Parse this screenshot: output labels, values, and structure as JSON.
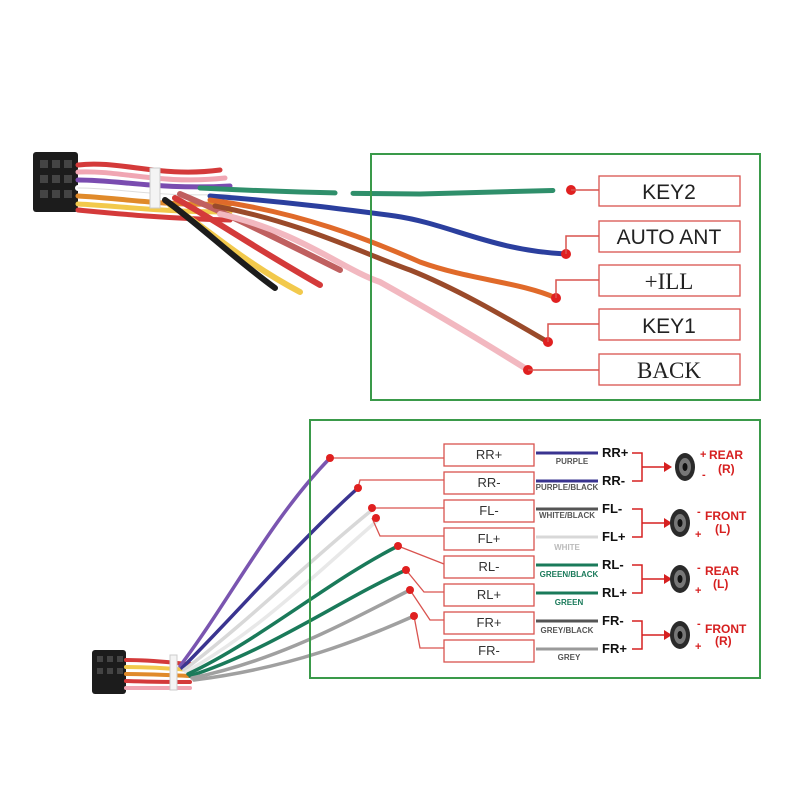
{
  "top_panel": {
    "labels": [
      "KEY2",
      "AUTO ANT",
      "+ILL",
      "KEY1",
      "BACK"
    ],
    "wire_colors": [
      "#2f8f6b",
      "#2b3f9e",
      "#e06a2a",
      "#9a4a2a",
      "#f2b8c0"
    ]
  },
  "bottom_panel": {
    "labels": [
      "RR+",
      "RR-",
      "FL-",
      "FL+",
      "RL-",
      "RL+",
      "FR+",
      "FR-"
    ],
    "wires": [
      {
        "name": "PURPLE",
        "terminal": "RR+",
        "color": "#3a3490"
      },
      {
        "name": "PURPLE/BLACK",
        "terminal": "RR-",
        "color": "#3a3490"
      },
      {
        "name": "WHITE/BLACK",
        "terminal": "FL-",
        "color": "#cfcfcf"
      },
      {
        "name": "WHITE",
        "terminal": "FL+",
        "color": "#e6e6e6"
      },
      {
        "name": "GREEN/BLACK",
        "terminal": "RL-",
        "color": "#1a7a5a"
      },
      {
        "name": "GREEN",
        "terminal": "RL+",
        "color": "#1a7a5a"
      },
      {
        "name": "GREY/BLACK",
        "terminal": "FR-",
        "color": "#9a9a9a"
      },
      {
        "name": "GREY",
        "terminal": "FR+",
        "color": "#9a9a9a"
      }
    ],
    "speakers": [
      {
        "label": "REAR",
        "side": "(R)"
      },
      {
        "label": "FRONT",
        "side": "(L)"
      },
      {
        "label": "REAR",
        "side": "(L)"
      },
      {
        "label": "FRONT",
        "side": "(R)"
      }
    ],
    "plus_sign": "+",
    "minus_sign": "-"
  },
  "colors": {
    "panel_border": "#3a9a4a",
    "label_border": "#d9534f",
    "dot": "#e02020",
    "speaker_bracket": "#d62020"
  }
}
